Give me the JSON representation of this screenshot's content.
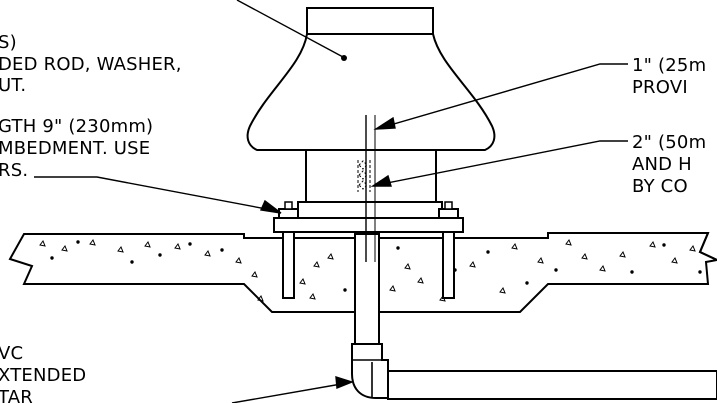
{
  "drawing": {
    "callouts": {
      "anchor": {
        "line1": "S)",
        "line2": "DED ROD, WASHER,",
        "line3": "UT.",
        "line4": "GTH 9\" (230mm)",
        "line5": "MBEDMENT. USE",
        "line6": "RS."
      },
      "pvc": {
        "line1": "VC",
        "line2": "XTENDED",
        "line3": "TAR"
      },
      "rod": {
        "line1": "1\" (25m",
        "line2": "PROVI"
      },
      "pipe": {
        "line1": "2\" (50m",
        "line2": "AND H",
        "line3": "BY CO"
      }
    }
  }
}
